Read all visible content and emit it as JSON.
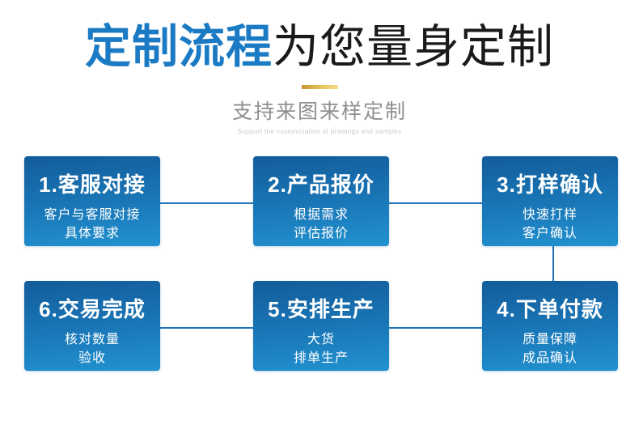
{
  "header": {
    "title_highlight": "定制流程",
    "title_rest": "为您量身定制",
    "subtitle": "支持来图来样定制",
    "subtitle_en": "Support the customization of drawings and samples"
  },
  "steps": [
    {
      "title": "1.客服对接",
      "desc1": "客户与客服对接",
      "desc2": "具体要求"
    },
    {
      "title": "2.产品报价",
      "desc1": "根据需求",
      "desc2": "评估报价"
    },
    {
      "title": "3.打样确认",
      "desc1": "快速打样",
      "desc2": "客户确认"
    },
    {
      "title": "4.下单付款",
      "desc1": "质量保障",
      "desc2": "成品确认"
    },
    {
      "title": "5.安排生产",
      "desc1": "大货",
      "desc2": "排单生产"
    },
    {
      "title": "6.交易完成",
      "desc1": "核对数量",
      "desc2": "验收"
    }
  ],
  "colors": {
    "title_accent": "#1b7ac4",
    "title_text": "#1a1a1a",
    "gold_divider_start": "#c6972e",
    "gold_divider_end": "#f3dd8c",
    "subtitle_gray": "#8f8f8f",
    "subtitle_en_gray": "#c9c9c9",
    "box_gradient_top": "#135c9b",
    "box_gradient_bottom": "#2292d0",
    "connector_blue": "#2173b9"
  }
}
